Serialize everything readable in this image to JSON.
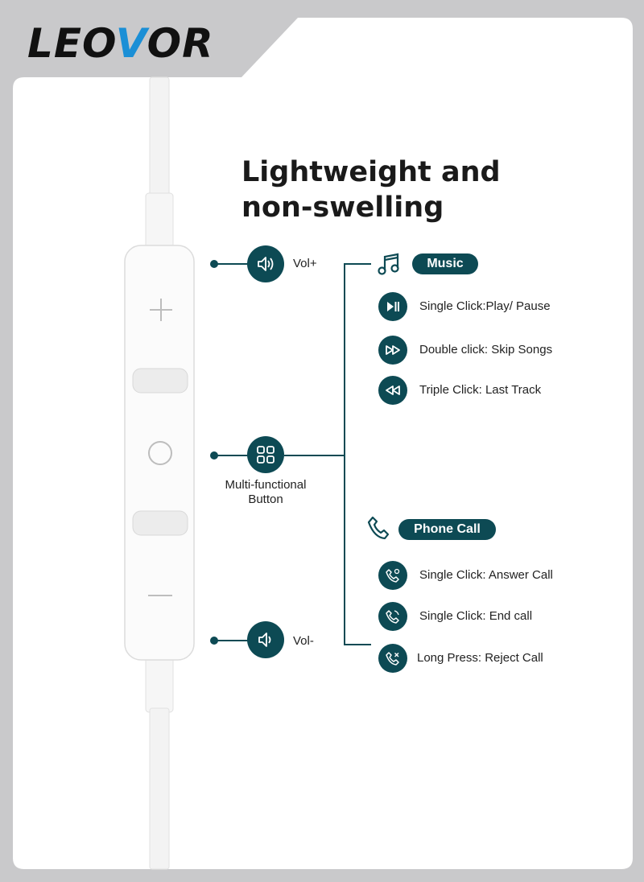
{
  "brand": {
    "logo_text_a": "LEO",
    "logo_text_b": "V",
    "logo_text_c": "OR"
  },
  "headline": {
    "line1": "Lightweight and",
    "line2": "non-swelling"
  },
  "controls": {
    "vol_up": "Vol+",
    "multi_line1": "Multi-functional",
    "multi_line2": "Button",
    "vol_down": "Vol-"
  },
  "music": {
    "title": "Music",
    "items": [
      {
        "label": "Single Click:Play/ Pause",
        "icon": "play-pause-icon"
      },
      {
        "label": "Double click: Skip Songs",
        "icon": "fast-forward-icon"
      },
      {
        "label": "Triple Click: Last Track",
        "icon": "rewind-icon"
      }
    ]
  },
  "phone": {
    "title": "Phone Call",
    "items": [
      {
        "label": "Single Click: Answer Call",
        "icon": "phone-incoming-icon"
      },
      {
        "label": "Single Click: End call",
        "icon": "phone-end-icon"
      },
      {
        "label": "Long Press: Reject Call",
        "icon": "phone-reject-icon"
      }
    ]
  },
  "colors": {
    "accent": "#0d4a54",
    "background": "#ffffff",
    "frame": "#c9c9cb",
    "logo_accent": "#1b8fd6"
  }
}
